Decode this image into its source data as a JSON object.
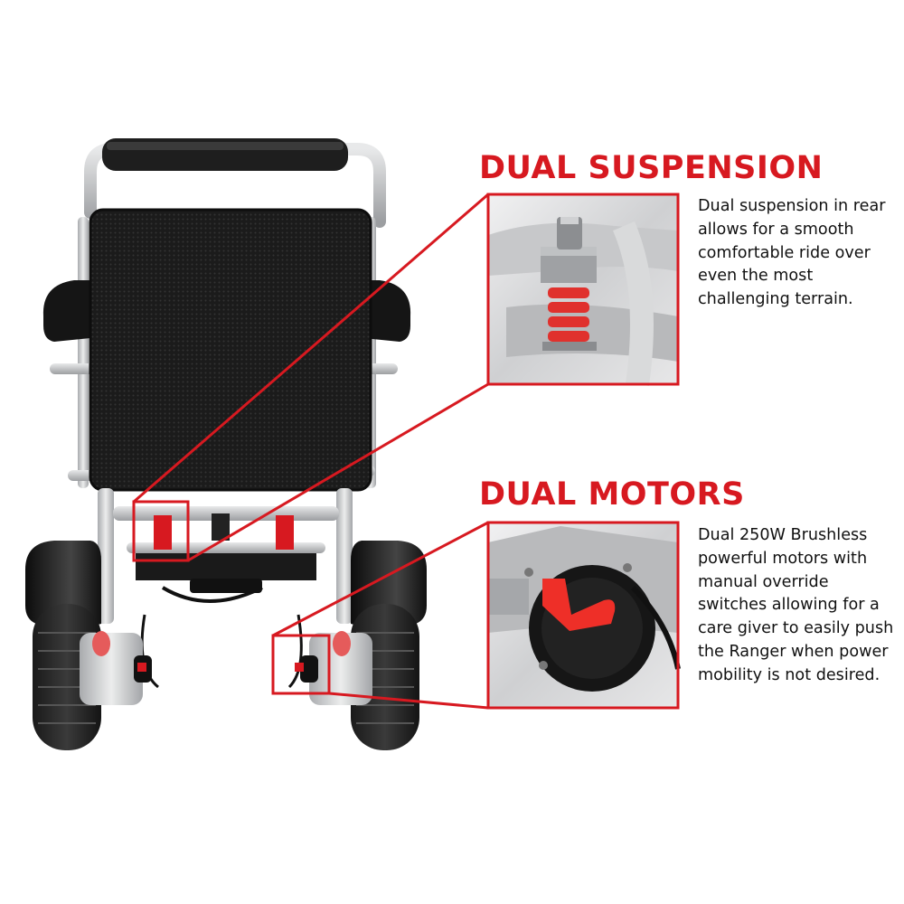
{
  "colors": {
    "accent_red": "#d71920",
    "text": "#111111",
    "background": "#ffffff",
    "frame_silver": "#c9cbcd"
  },
  "features": [
    {
      "heading": "DUAL SUSPENSION",
      "description": "Dual suspension in rear allows for a smooth comfortable ride over even the most challenging terrain."
    },
    {
      "heading": "DUAL MOTORS",
      "description": "Dual 250W Brushless powerful motors with manual override switches allowing for a care giver to easily push the Ranger when power mobility is not desired."
    }
  ],
  "icons": [
    "wheelchair-photo",
    "suspension-closeup",
    "motor-closeup",
    "callout-lines"
  ]
}
